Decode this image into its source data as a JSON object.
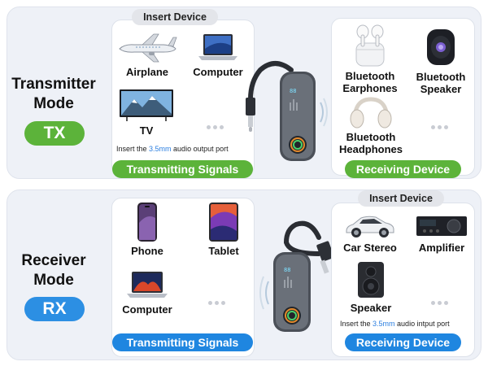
{
  "transmitter": {
    "title": "Transmitter\nMode",
    "badge": "TX",
    "insert_tag": "Insert Device",
    "sources": [
      "Airplane",
      "Computer",
      "TV"
    ],
    "note_before": "Insert the ",
    "note_highlight": "3.5mm",
    "note_after": " audio output port",
    "left_pill": "Transmitting Signals",
    "receivers": [
      "Bluetooth\nEarphones",
      "Bluetooth\nSpeaker",
      "Bluetooth\nHeadphones"
    ],
    "right_pill": "Receiving Device"
  },
  "receiver": {
    "title": "Receiver\nMode",
    "badge": "RX",
    "insert_tag": "Insert Device",
    "sources": [
      "Phone",
      "Tablet",
      "Computer"
    ],
    "left_pill": "Transmitting Signals",
    "outputs": [
      "Car Stereo",
      "Amplifier",
      "Speaker"
    ],
    "note_before": "Insert the ",
    "note_highlight": "3.5mm",
    "note_after": " audio intput port",
    "right_pill": "Receiving Device"
  },
  "colors": {
    "tx_green": "#5cb33a",
    "rx_blue": "#2c8fe3",
    "highlight": "#2c7fe0"
  }
}
